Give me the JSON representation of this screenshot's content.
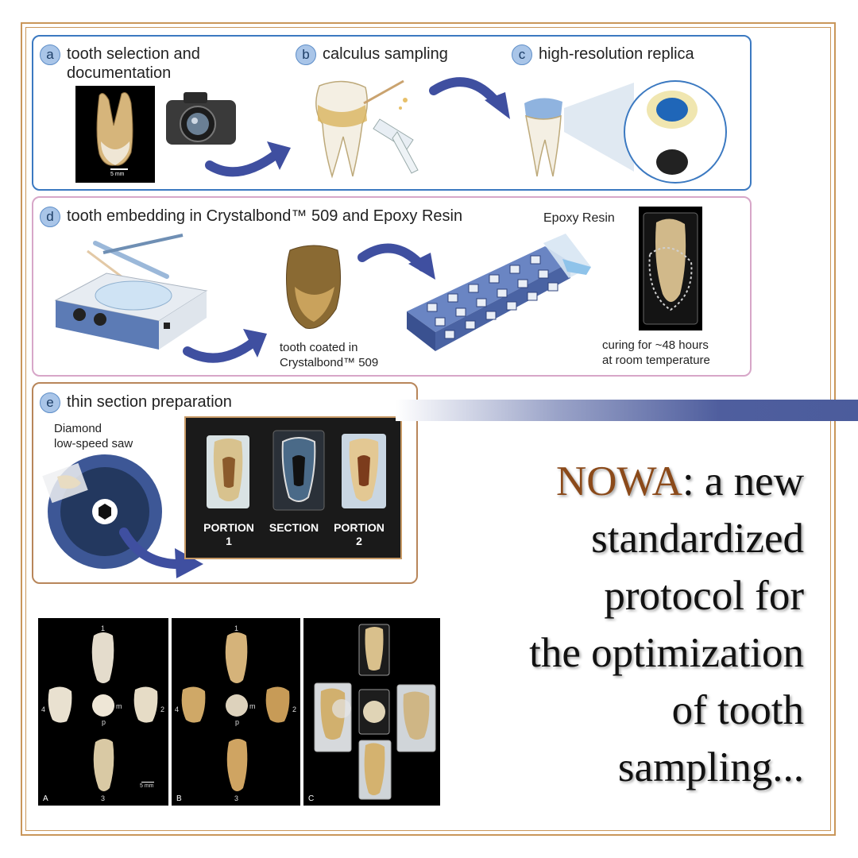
{
  "steps": {
    "a": {
      "letter": "a",
      "label": "tooth selection and documentation",
      "label_line1": "tooth selection and",
      "label_line2": "documentation",
      "scale": "5 mm"
    },
    "b": {
      "letter": "b",
      "label": "calculus sampling"
    },
    "c": {
      "letter": "c",
      "label": "high-resolution replica"
    },
    "d": {
      "letter": "d",
      "label": "tooth embedding in Crystalbond™ 509 and Epoxy Resin",
      "coated_line1": "tooth coated in",
      "coated_line2": "Crystalbond™ 509",
      "epoxy": "Epoxy Resin",
      "curing_line1": "curing for ~48 hours",
      "curing_line2": "at room temperature"
    },
    "e": {
      "letter": "e",
      "label": "thin section preparation",
      "saw_line1": "Diamond",
      "saw_line2": "low-speed saw",
      "portion1_line1": "PORTION",
      "portion1_line2": "1",
      "section": "SECTION",
      "portion2_line1": "PORTION",
      "portion2_line2": "2"
    }
  },
  "title": {
    "highlight": "NOWA",
    "line1_rest": ": a new",
    "line2": "standardized",
    "line3": "protocol for",
    "line4": "the optimization",
    "line5": "of tooth",
    "line6": "sampling..."
  },
  "photo_grid": {
    "panels": [
      "A",
      "B",
      "C"
    ],
    "positions": [
      "1",
      "2",
      "3",
      "4"
    ],
    "faces": [
      "m",
      "p"
    ],
    "scale": "5 mm"
  },
  "colors": {
    "frame": "#c9965a",
    "panel_abc": "#3b79c1",
    "panel_d": "#d7a6c8",
    "panel_e": "#b8865a",
    "arrow": "#3f4fa0",
    "title_highlight": "#8b4a1a"
  }
}
